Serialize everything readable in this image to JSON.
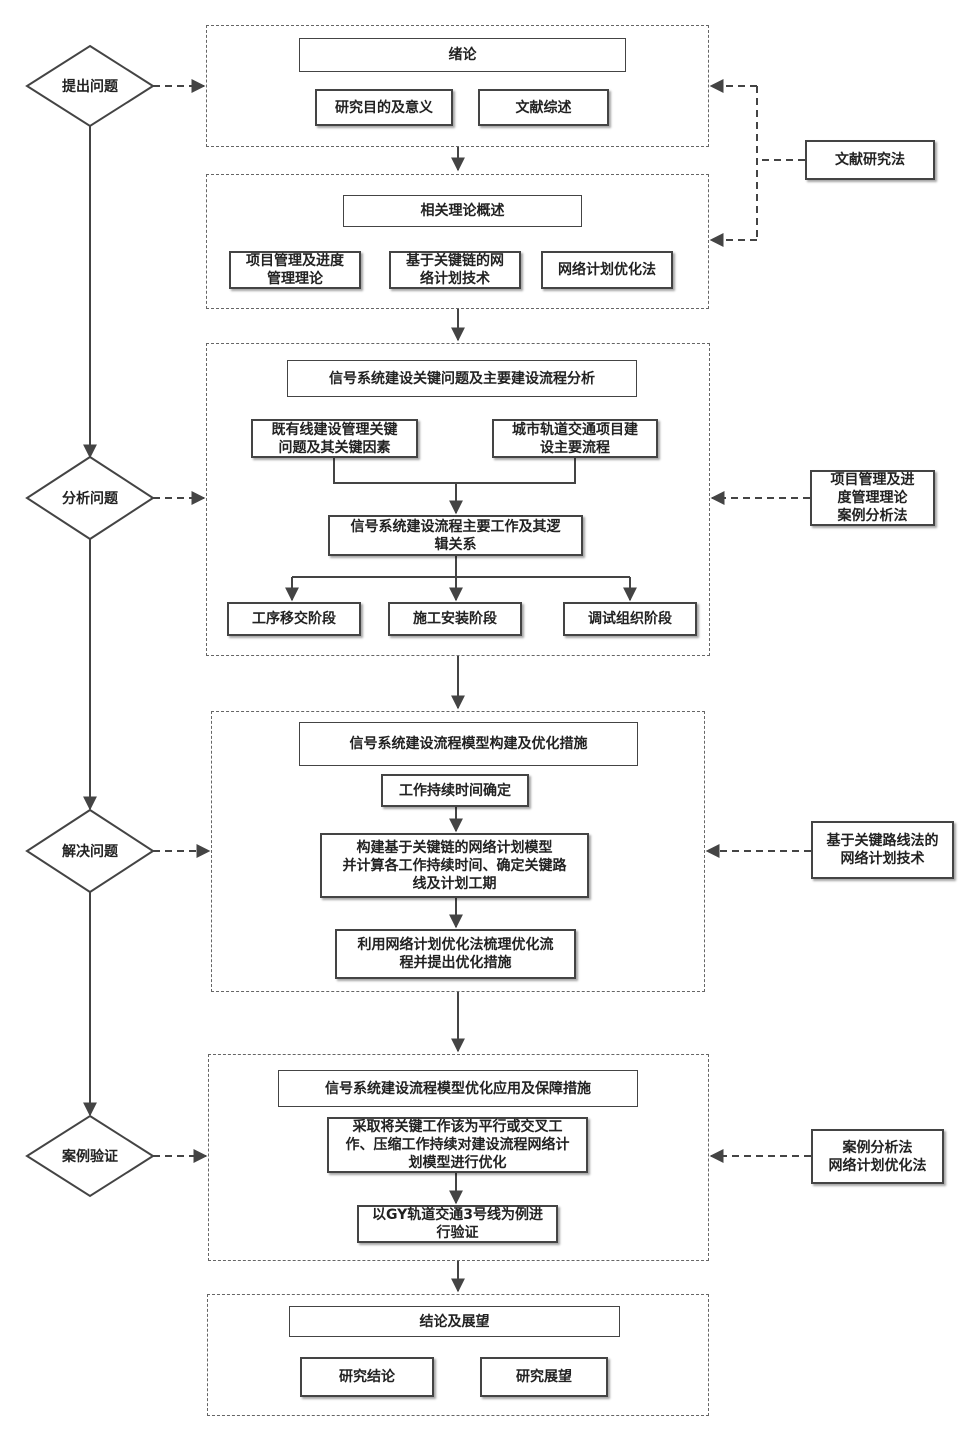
{
  "stages": {
    "raise": "提出问题",
    "analyze": "分析问题",
    "solve": "解决问题",
    "verify": "案例验证"
  },
  "sec1": {
    "title": "绪论",
    "item1": "研究目的及意义",
    "item2": "文献综述"
  },
  "sec2": {
    "title": "相关理论概述",
    "item1": "项目管理及进度\n管理理论",
    "item2": "基于关键链的网\n络计划技术",
    "item3": "网络计划优化法"
  },
  "sec3": {
    "title": "信号系统建设关键问题及主要建设流程分析",
    "left": "既有线建设管理关键\n问题及其关键因素",
    "right": "城市轨道交通项目建\n设主要流程",
    "middle": "信号系统建设流程主要工作及其逻\n辑关系",
    "phase1": "工序移交阶段",
    "phase2": "施工安装阶段",
    "phase3": "调试组织阶段"
  },
  "sec4": {
    "title": "信号系统建设流程模型构建及优化措施",
    "step1": "工作持续时间确定",
    "step2": "构建基于关键链的网络计划模型\n并计算各工作持续时间、确定关键路\n线及计划工期",
    "step3": "利用网络计划优化法梳理优化流\n程并提出优化措施"
  },
  "sec5": {
    "title": "信号系统建设流程模型优化应用及保障措施",
    "step1": "采取将关键工作该为平行或交叉工\n作、压缩工作持续对建设流程网络计\n划模型进行优化",
    "step2": "以GY轨道交通3号线为例进\n行验证"
  },
  "sec6": {
    "title": "结论及展望",
    "item1": "研究结论",
    "item2": "研究展望"
  },
  "methods": {
    "m1": "文献研究法",
    "m2": "项目管理及进\n度管理理论\n案例分析法",
    "m3": "基于关键路线法的\n网络计划技术",
    "m4": "案例分析法\n网络计划优化法"
  }
}
